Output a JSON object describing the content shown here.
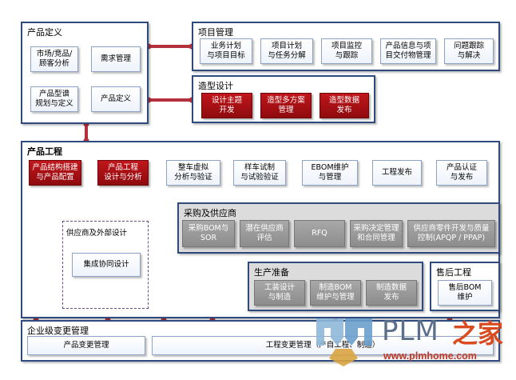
{
  "product_definition": {
    "title": "产品定义",
    "items": [
      "市场/竞品/\n顾客分析",
      "需求管理",
      "产品型谱\n规划与定义",
      "产品定义"
    ]
  },
  "project_management": {
    "title": "项目管理",
    "items": [
      "业务计划\n与项目目标",
      "项目计划\n与任务分解",
      "项目监控\n与跟踪",
      "产品信息与项\n目交付物管理",
      "问题跟踪\n与解决"
    ]
  },
  "styling_design": {
    "title": "造型设计",
    "items": [
      "设计主题\n开发",
      "造型多方案\n管理",
      "造型数据\n发布"
    ]
  },
  "product_engineering": {
    "title": "产品工程",
    "items": [
      "产品结构搭建\n与产品配置",
      "产品工程\n设计与分析",
      "整车虚拟\n分析与验证",
      "样车试制\n与试验验证",
      "EBOM维护\n与管理",
      "工程发布",
      "产品认证\n与发布"
    ]
  },
  "supplier_design": {
    "title": "供应商及外部设计",
    "items": [
      "集成协同设计"
    ]
  },
  "procurement": {
    "title": "采购及供应商",
    "items": [
      "采购BOM与\nSOR",
      "潜在供应商\n评估",
      "RFQ",
      "采购决定管理\n和合同管理",
      "供应商零件开发与质量\n控制(APQP / PPAP)"
    ]
  },
  "production_prep": {
    "title": "生产准备",
    "items": [
      "工装设计\n与制造",
      "制造BOM\n维护与管理",
      "制造数据\n发布"
    ]
  },
  "after_sales": {
    "title": "售后工程",
    "items": [
      "售后BOM\n维护"
    ]
  },
  "enterprise_change": {
    "title": "企业级变更管理",
    "items": [
      "产品变更管理",
      "工程变更管理（产自工程、制造）"
    ]
  },
  "logo": {
    "text": "PLM",
    "han": "之家",
    "url": "www.plmhome.com"
  },
  "colors": {
    "frame_border": "#2f4a7d",
    "connector": "#b3313a",
    "red_box": "#b0141a",
    "gray_box": "#999999"
  }
}
